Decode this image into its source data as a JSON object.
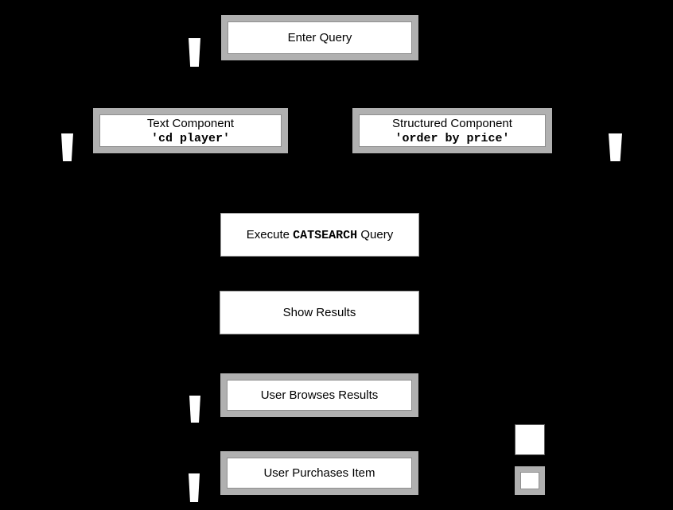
{
  "diagram": {
    "colors": {
      "background": "#000000",
      "frame_gray": "#b0b0b0",
      "node_fill": "#ffffff",
      "text": "#000000",
      "arrow_fill": "#ffffff"
    },
    "nodes": {
      "enter_query": {
        "label": "Enter Query"
      },
      "text_component": {
        "title": "Text Component",
        "code": "'cd player'"
      },
      "structured_component": {
        "title": "Structured Component",
        "code": "'order by price'"
      },
      "execute_query": {
        "prefix": "Execute ",
        "code": "CATSEARCH",
        "suffix": " Query"
      },
      "show_results": {
        "label": "Show Results"
      },
      "user_browses": {
        "label": "User Browses Results"
      },
      "user_purchases": {
        "label": "User Purchases Item"
      }
    },
    "legend": {
      "plain_swatch_fill": "#ffffff",
      "framed_swatch_frame": "#b0b0b0"
    }
  }
}
